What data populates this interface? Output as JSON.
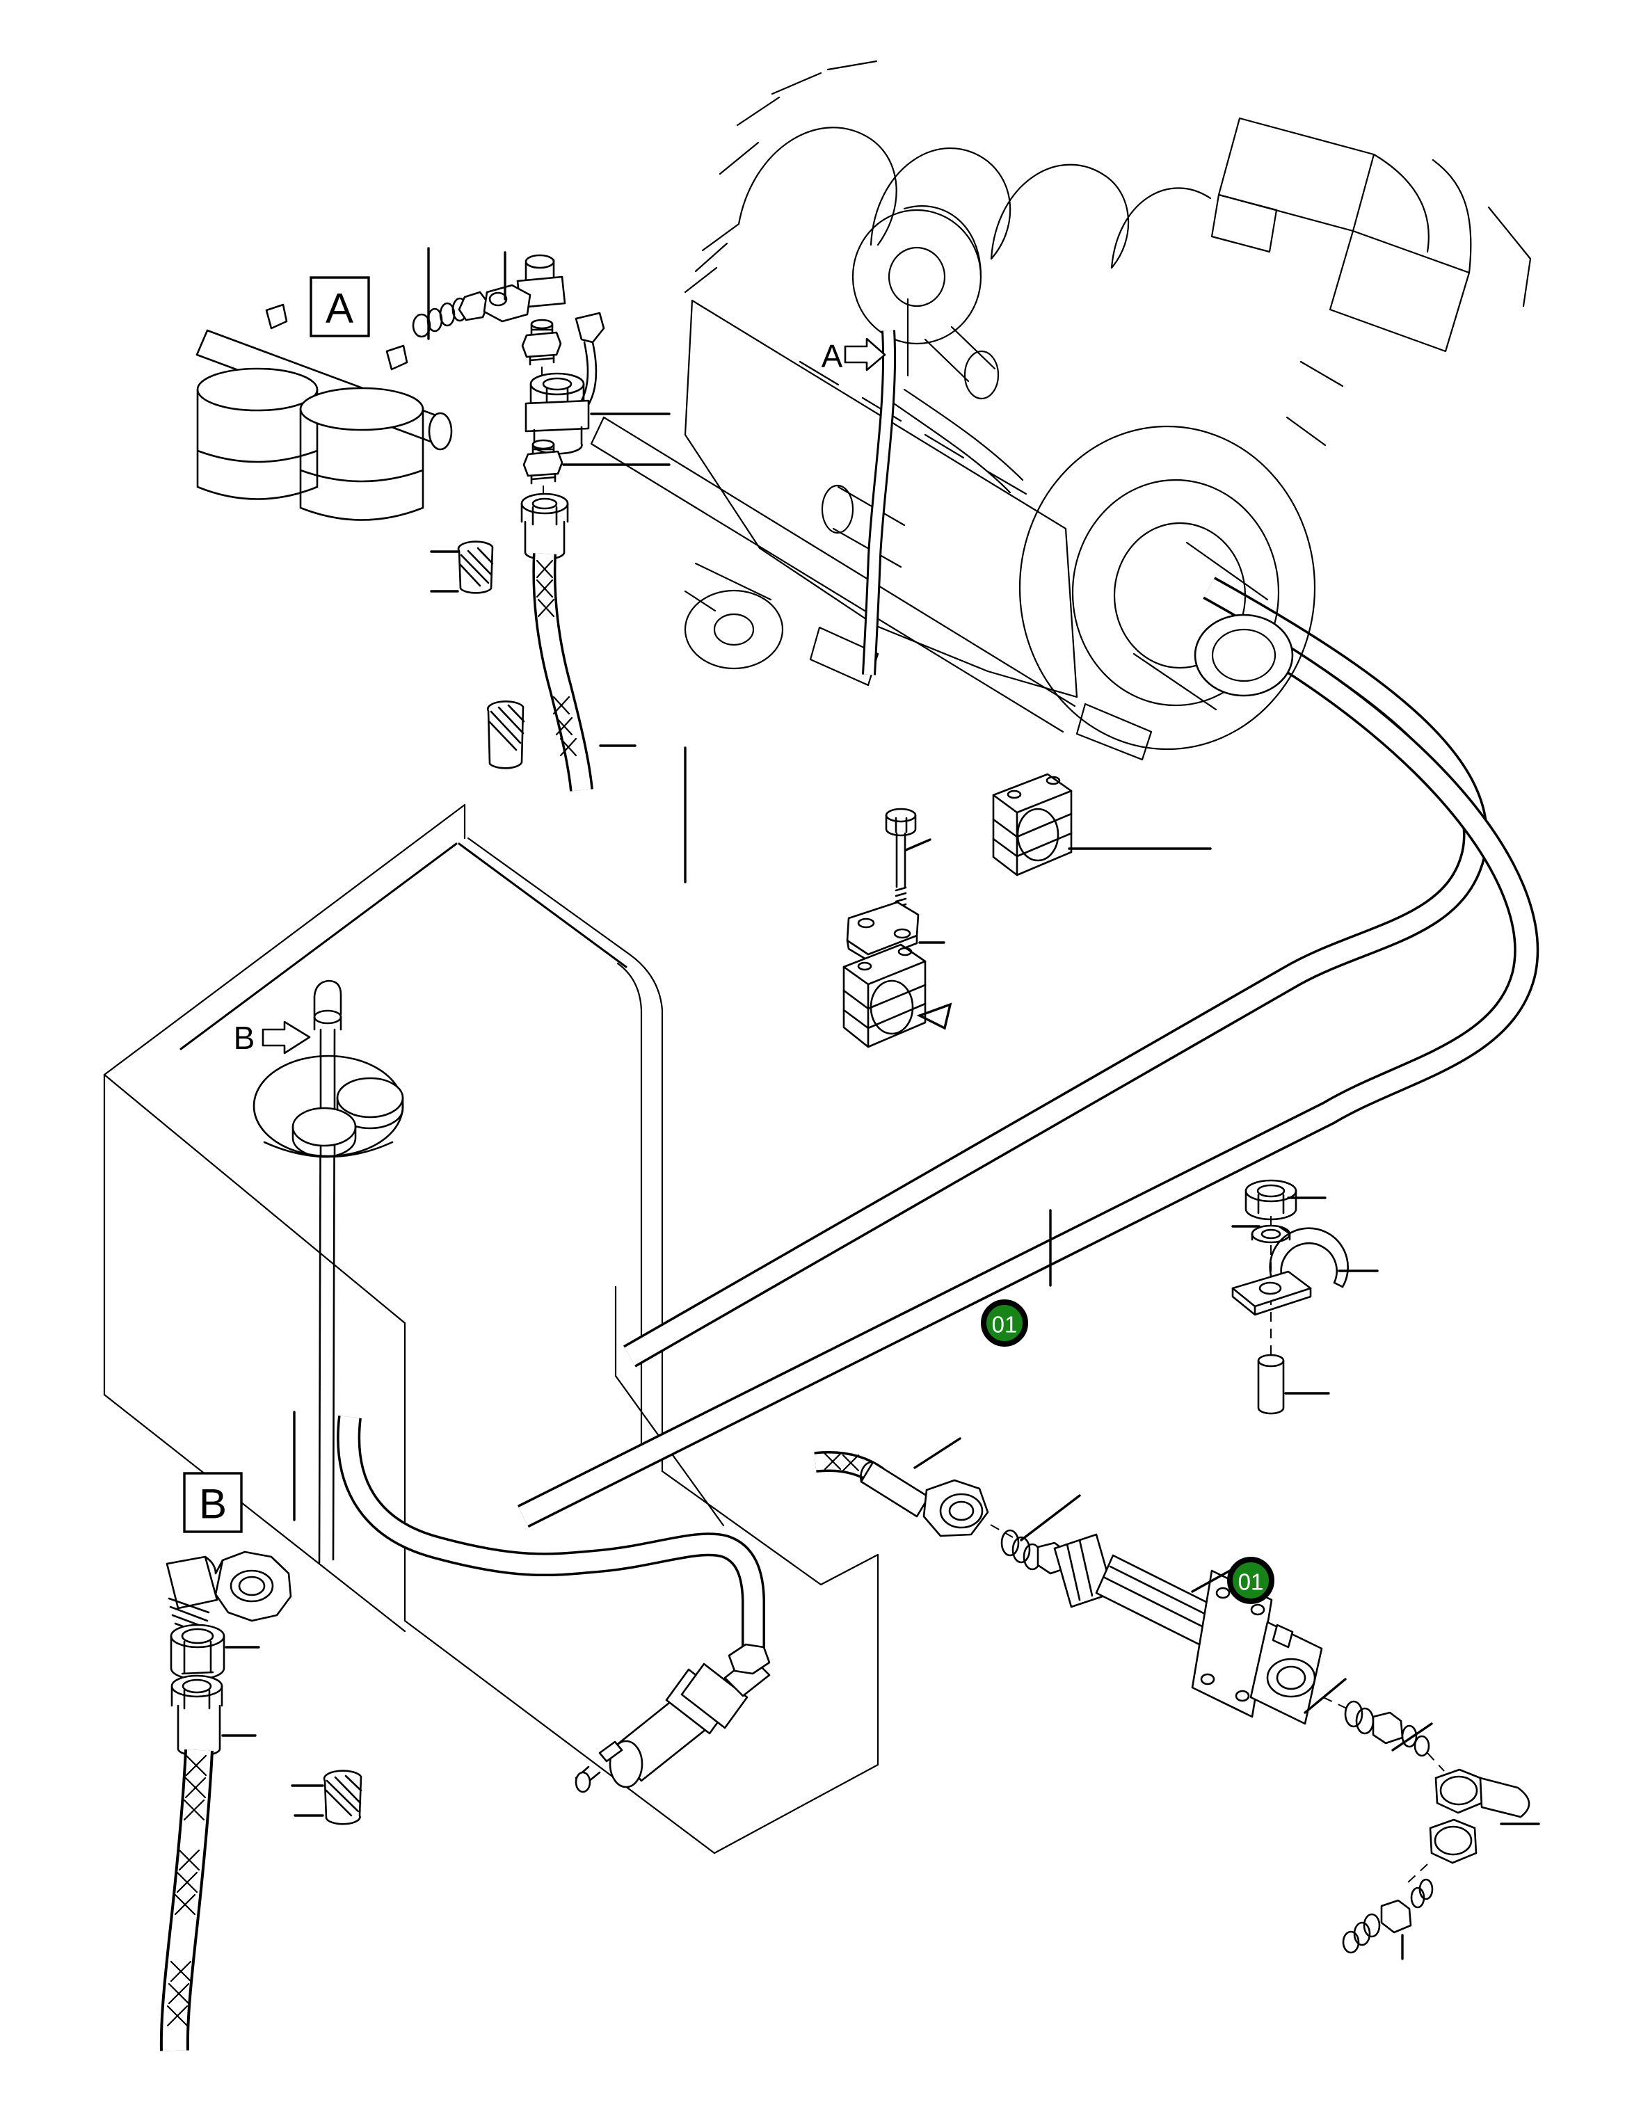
{
  "diagram": {
    "background": "#ffffff",
    "line_color": "#000000",
    "section_boxes": {
      "a": "A",
      "b": "B"
    },
    "detail_arrows": {
      "a": "A",
      "b": "B"
    },
    "part_badges": {
      "fill": "#168416",
      "ring": "#000000",
      "text_color": "#ffffff",
      "items": [
        {
          "label": "01"
        },
        {
          "label": "01"
        }
      ]
    }
  }
}
